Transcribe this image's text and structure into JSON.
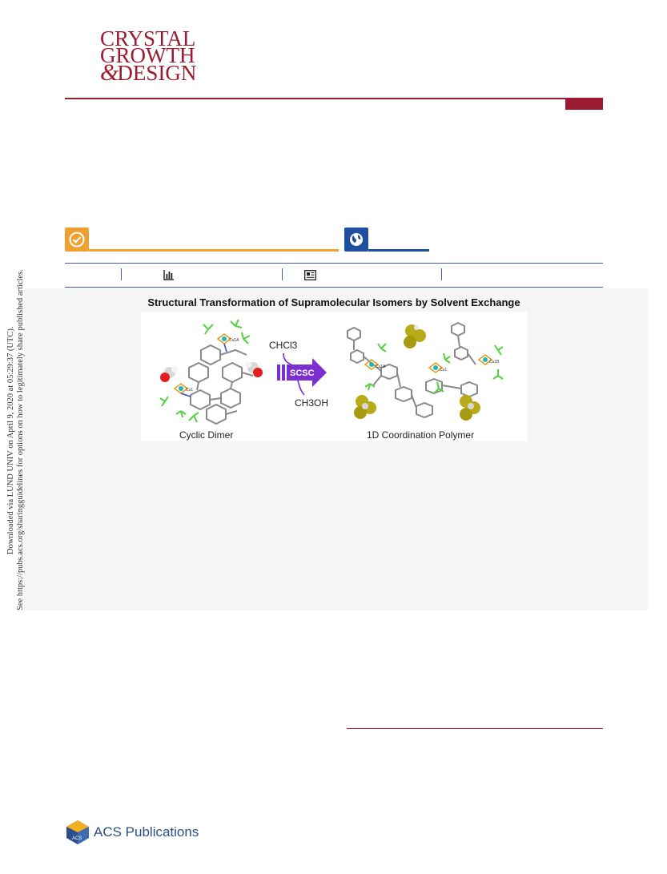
{
  "journal": {
    "name_line1": "CRYSTAL",
    "name_line2": "GROWTH",
    "name_amp": "&",
    "name_line3": "DESIGN",
    "brand_color": "#9b1b30"
  },
  "badges": {
    "open_access_icon": "check-icon",
    "open_access_color": "#f0a030",
    "globe_icon": "globe-icon",
    "globe_color": "#1f4f9e"
  },
  "metrics_bar": {
    "icons": [
      "bar-chart-icon",
      "article-icon"
    ],
    "rule_color": "#3a5fa8"
  },
  "toc_graphic": {
    "title": "Structural Transformation of Supramolecular Isomers by Solvent Exchange",
    "reagent_top": "CHCl3",
    "arrow_label": "SCSC",
    "reagent_bottom": "CH3OH",
    "left_caption": "Cyclic Dimer",
    "right_caption": "1D Coordination Polymer",
    "atom_labels": [
      "Cu1A",
      "Cu1",
      "Cu1",
      "Cu1A",
      "Cu1B"
    ],
    "arrow_color": "#7b2fd0"
  },
  "side_note": {
    "line1": "Downloaded via LUND UNIV on April 9, 2020 at 05:29:37 (UTC).",
    "line2": "See https://pubs.acs.org/sharingguidelines for options on how to legitimately share published articles."
  },
  "publisher": {
    "name": "ACS Publications",
    "color": "#2c4f8c"
  }
}
